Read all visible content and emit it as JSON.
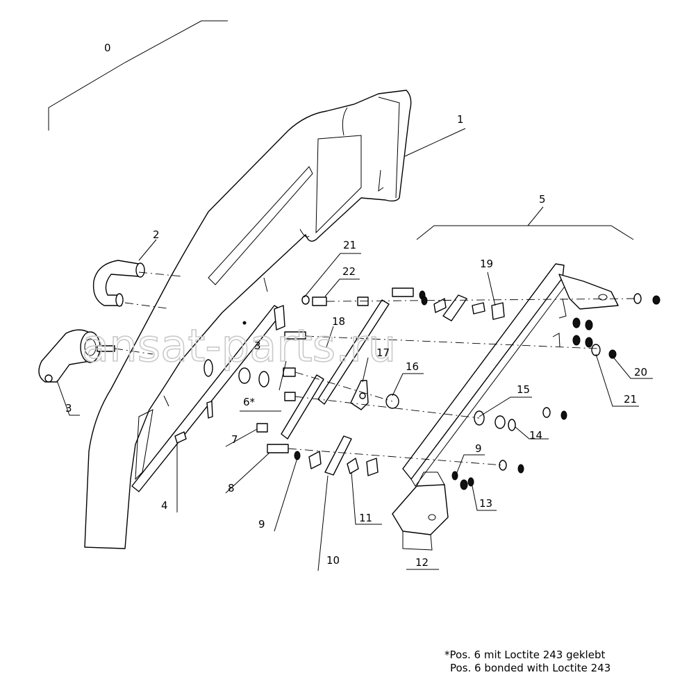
{
  "watermark": "ansat-parts.ru",
  "callouts": {
    "c0": "0",
    "c1": "1",
    "c2": "2",
    "c3a": "3",
    "c3b": "3",
    "c4": "4",
    "c5": "5",
    "c6": "6*",
    "c7": "7",
    "c8": "8",
    "c9a": "9",
    "c9b": "9",
    "c10": "10",
    "c11": "11",
    "c12": "12",
    "c13": "13",
    "c14": "14",
    "c15": "15",
    "c16": "16",
    "c17": "17",
    "c18": "18",
    "c19": "19",
    "c20": "20",
    "c21a": "21",
    "c21b": "21",
    "c22": "22"
  },
  "notes": {
    "de": "*Pos. 6 mit Loctite 243 geklebt",
    "en": "Pos. 6 bonded with Loctite 243"
  }
}
